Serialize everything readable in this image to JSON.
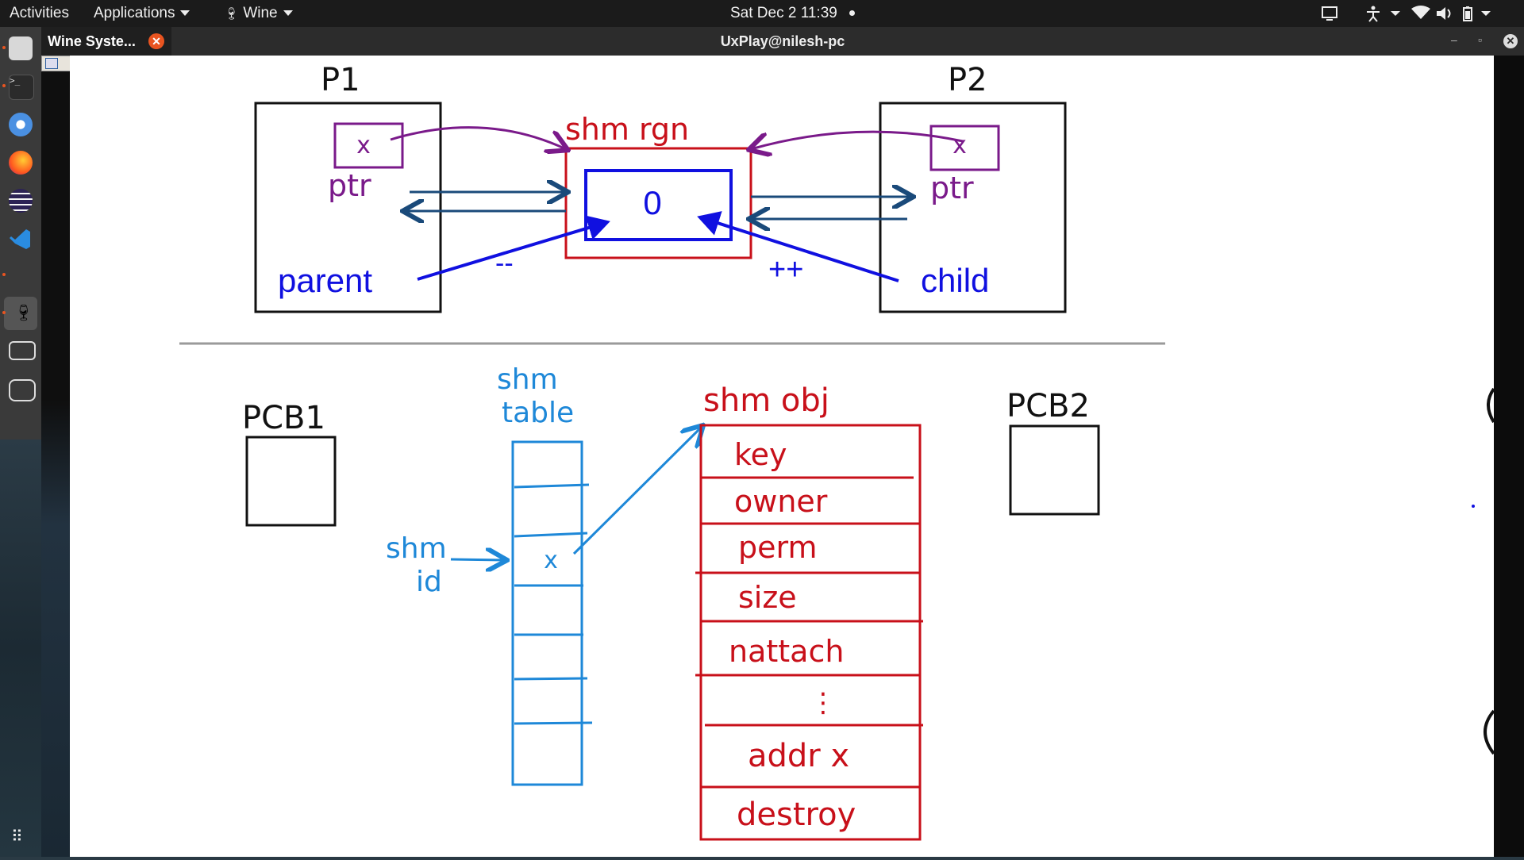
{
  "topbar": {
    "activities": "Activities",
    "applications": "Applications",
    "wine": "Wine",
    "clock": "Sat Dec 2  11:39"
  },
  "window": {
    "title": "UxPlay@nilesh-pc",
    "wine_tab_title": "Wine Syste..."
  },
  "dock": {
    "items": [
      "files-icon",
      "terminal-icon",
      "chromium-icon",
      "firefox-icon",
      "eclipse-icon",
      "vscode-icon",
      "wine-icon",
      "remote-display-icon",
      "screenshot-icon",
      "show-apps-icon"
    ]
  },
  "whiteboard": {
    "top": {
      "p1_label": "P1",
      "p2_label": "P2",
      "shm_region_label": "shm rgn",
      "ptr1_label": "ptr",
      "ptr2_label": "ptr",
      "ptr_marker": "x",
      "counter_value": "0",
      "parent_label": "parent",
      "child_label": "child",
      "decrement_label": "--",
      "increment_label": "++"
    },
    "bottom": {
      "pcb1_label": "PCB1",
      "pcb2_label": "PCB2",
      "shm_table_label_1": "shm",
      "shm_table_label_2": "table",
      "shm_id_label_1": "shm",
      "shm_id_label_2": "id",
      "table_marker": "x",
      "shm_obj_label": "shm obj",
      "shm_obj_fields": [
        "key",
        "owner",
        "perm",
        "size",
        "nattach",
        "⋮",
        "addr x",
        "destroy"
      ]
    },
    "colors": {
      "black": "#111111",
      "purple": "#7a1a8a",
      "navy": "#1a4a7a",
      "blue": "#1010e0",
      "red": "#c8101a",
      "light_blue": "#1e88d8"
    }
  }
}
